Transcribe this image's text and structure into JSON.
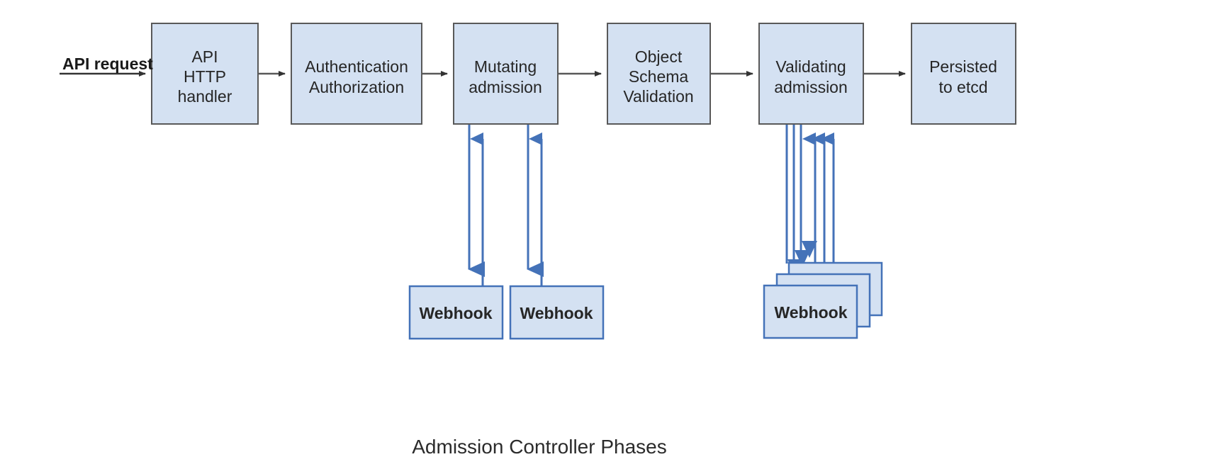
{
  "diagram": {
    "caption": "Admission Controller Phases",
    "type": "flowchart",
    "entry_label": "API request",
    "colors": {
      "box_fill": "#d4e1f2",
      "box_border": "#595959",
      "webhook_fill": "#d4e1f2",
      "webhook_border": "#4472b8",
      "arrow_gray": "#595959",
      "arrow_blue": "#4472b8",
      "text": "#262626",
      "background": "#ffffff"
    },
    "phases": [
      {
        "id": "api-http-handler",
        "lines": [
          "API",
          "HTTP",
          "handler"
        ]
      },
      {
        "id": "authentication-authorization",
        "lines": [
          "Authentication",
          "Authorization"
        ]
      },
      {
        "id": "mutating-admission",
        "lines": [
          "Mutating",
          "admission"
        ]
      },
      {
        "id": "object-schema-validation",
        "lines": [
          "Object",
          "Schema",
          "Validation"
        ]
      },
      {
        "id": "validating-admission",
        "lines": [
          "Validating",
          "admission"
        ]
      },
      {
        "id": "persisted-to-etcd",
        "lines": [
          "Persisted",
          "to etcd"
        ]
      }
    ],
    "webhooks": [
      {
        "id": "mutating-webhook-1",
        "label": "Webhook",
        "attached_to": "mutating-admission"
      },
      {
        "id": "mutating-webhook-2",
        "label": "Webhook",
        "attached_to": "mutating-admission"
      },
      {
        "id": "validating-webhook-stack",
        "label": "Webhook",
        "attached_to": "validating-admission",
        "stacked": true,
        "stack_count": 3
      }
    ],
    "flow_edges": [
      {
        "from": "api-request",
        "to": "api-http-handler",
        "style": "gray"
      },
      {
        "from": "api-http-handler",
        "to": "authentication-authorization",
        "style": "gray"
      },
      {
        "from": "authentication-authorization",
        "to": "mutating-admission",
        "style": "gray"
      },
      {
        "from": "mutating-admission",
        "to": "object-schema-validation",
        "style": "gray"
      },
      {
        "from": "object-schema-validation",
        "to": "validating-admission",
        "style": "gray"
      },
      {
        "from": "validating-admission",
        "to": "persisted-to-etcd",
        "style": "gray"
      }
    ],
    "webhook_edges": [
      {
        "from": "mutating-admission",
        "to": "mutating-webhook-1",
        "direction": "down",
        "style": "blue"
      },
      {
        "from": "mutating-webhook-1",
        "to": "mutating-admission",
        "direction": "up",
        "style": "blue"
      },
      {
        "from": "mutating-admission",
        "to": "mutating-webhook-2",
        "direction": "down",
        "style": "blue"
      },
      {
        "from": "mutating-webhook-2",
        "to": "mutating-admission",
        "direction": "up",
        "style": "blue"
      },
      {
        "from": "validating-admission",
        "to": "validating-webhook-stack",
        "direction": "down",
        "style": "blue",
        "count": 3
      },
      {
        "from": "validating-webhook-stack",
        "to": "validating-admission",
        "direction": "up",
        "style": "blue",
        "count": 3
      }
    ]
  }
}
